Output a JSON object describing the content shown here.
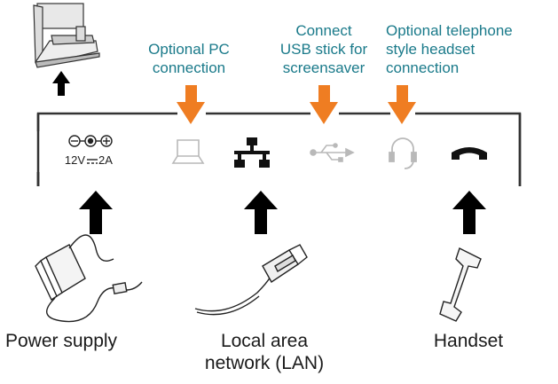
{
  "callouts": {
    "pc": {
      "line1": "Optional PC",
      "line2": "connection"
    },
    "usb": {
      "line1": "Connect",
      "line2": "USB stick for",
      "line3": "screensaver"
    },
    "headset": {
      "line1": "Optional telephone",
      "line2": "style headset",
      "line3": "connection"
    }
  },
  "port_labels": {
    "power_rating": "12V",
    "power_current": "2A"
  },
  "bottom_labels": {
    "power": "Power supply",
    "lan": {
      "line1": "Local area",
      "line2": "network (LAN)"
    },
    "handset": "Handset"
  },
  "colors": {
    "callout_text": "#1a7a8a",
    "callout_arrow": "#ef7d22",
    "label_text": "#1a1a1a",
    "black_arrow": "#000000",
    "faded_icon": "#b9b9b9"
  },
  "icons": [
    "stand-icon",
    "power-port-icon",
    "laptop-icon",
    "network-icon",
    "usb-icon",
    "headset-icon",
    "handset-port-icon",
    "power-supply-icon",
    "lan-cable-icon",
    "handset-icon"
  ]
}
